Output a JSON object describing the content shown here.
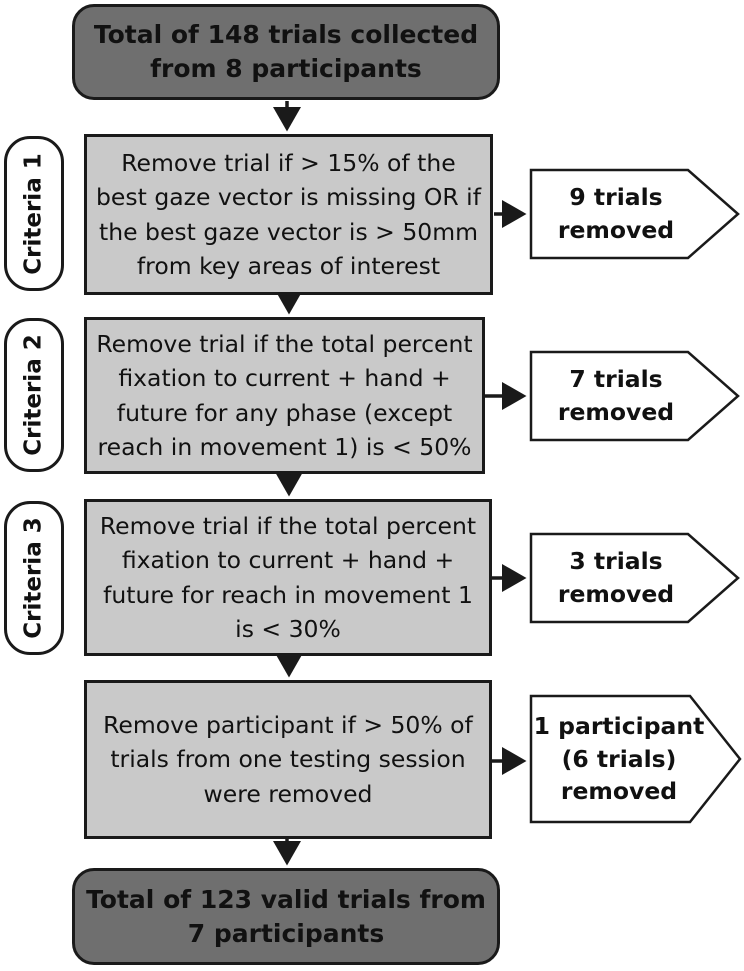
{
  "start": {
    "text": "Total of 148 trials collected from 8 participants"
  },
  "criteria_labels": [
    "Criteria 1",
    "Criteria 2",
    "Criteria 3"
  ],
  "steps": [
    {
      "text": "Remove trial if > 15% of the best gaze vector is missing OR if the best gaze vector is > 50mm from key areas of interest",
      "outcome": "9 trials removed"
    },
    {
      "text": "Remove trial if the total percent fixation to current + hand + future for any phase (except reach in movement 1) is < 50%",
      "outcome": "7 trials removed"
    },
    {
      "text": "Remove trial if the total percent fixation to current + hand + future for reach in movement 1 is < 30%",
      "outcome": "3 trials removed"
    },
    {
      "text": "Remove participant if > 50% of trials from one testing session were removed",
      "outcome": "1 participant (6 trials) removed"
    }
  ],
  "end": {
    "text": "Total of 123 valid trials from 7 participants"
  }
}
